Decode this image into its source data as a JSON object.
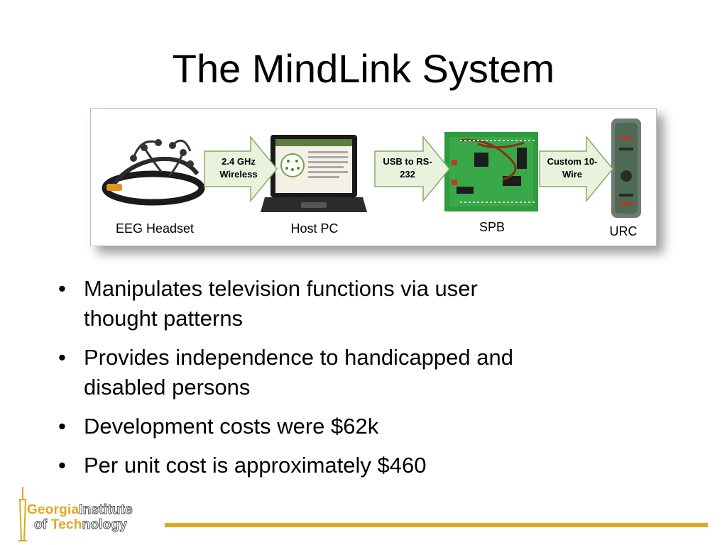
{
  "slide": {
    "title": "The MindLink System"
  },
  "diagram": {
    "components": [
      {
        "label": "EEG Headset"
      },
      {
        "label": "Host PC"
      },
      {
        "label": "SPB"
      },
      {
        "label": "URC"
      }
    ],
    "links": [
      {
        "line1": "2.4 GHz",
        "line2": "Wireless"
      },
      {
        "line1": "USB to RS-",
        "line2": "232"
      },
      {
        "line1": "Custom 10-",
        "line2": "Wire"
      }
    ],
    "arrow_color": "#e8f2dc",
    "arrow_border": "#8ea86a"
  },
  "bullets": [
    {
      "line1": "Manipulates television functions via user",
      "line2": "thought patterns"
    },
    {
      "line1": "Provides independence to handicapped and",
      "line2": "disabled persons"
    },
    {
      "line1": "Development costs were $62k",
      "line2": ""
    },
    {
      "line1": "Per unit cost is approximately $460",
      "line2": ""
    }
  ],
  "logo": {
    "word1": "Georgia",
    "word2": "Institute",
    "word3": "of ",
    "word4": "Tech",
    "word5": "nology",
    "gold": "#e0a822"
  }
}
